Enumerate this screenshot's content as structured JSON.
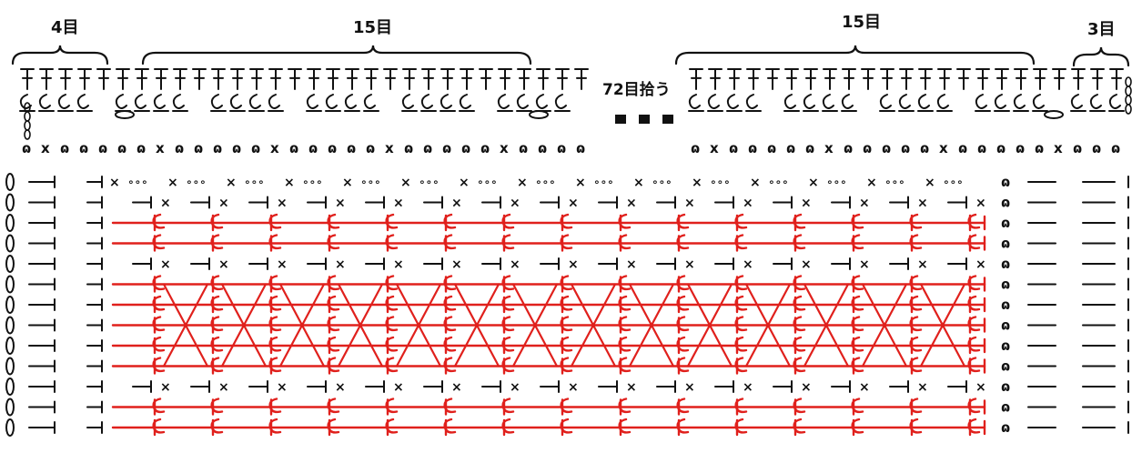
{
  "labels": {
    "left_group": "4目",
    "center_group": "15目",
    "right_group": "15目",
    "far_right_group": "3目",
    "pickup_note": "72目拾う"
  },
  "colors": {
    "ink": "#111111",
    "pattern": "#e0201c",
    "background": "#ffffff"
  },
  "legend_symbols": [
    "chain",
    "single-crochet",
    "double-crochet",
    "front-post-cluster"
  ]
}
